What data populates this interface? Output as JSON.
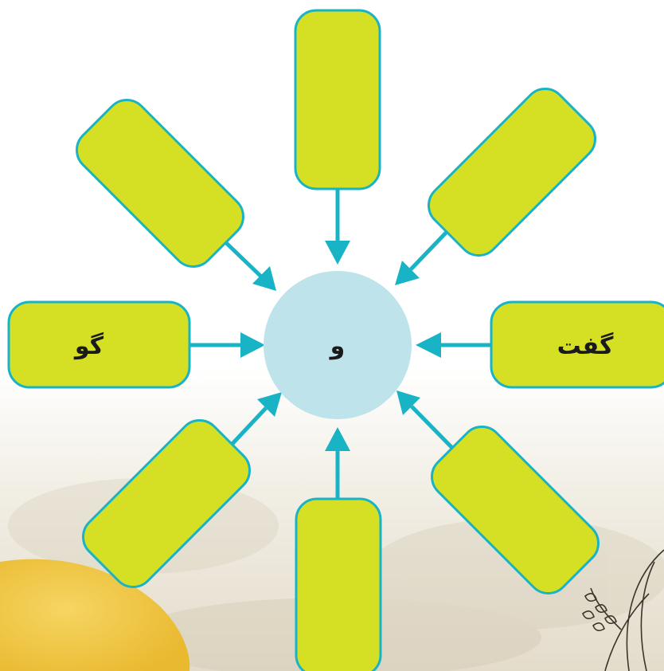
{
  "center": {
    "text": "و"
  },
  "words": {
    "left": "گو",
    "right": "گفت",
    "top": "",
    "top_left": "",
    "top_right": "",
    "bottom": "",
    "bottom_left": "",
    "bottom_right": ""
  },
  "colors": {
    "bubble_fill": "#d5df24",
    "outline": "#19b3c6",
    "hub_fill": "#bfe3ea",
    "ground": "#efc640"
  }
}
